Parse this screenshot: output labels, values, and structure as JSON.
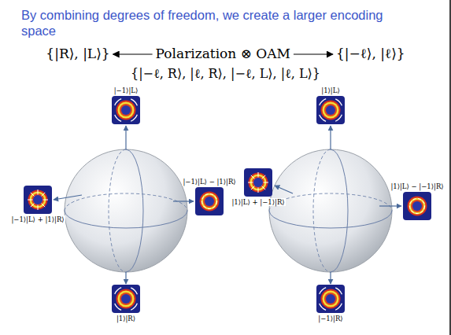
{
  "diagram": {
    "title": "By combining degrees of freedom, we create a larger encoding space",
    "nodes": [
      {
        "text": [
          "|−1⟩|L⟩"
        ]
      },
      {
        "text": [
          "|−1⟩|L⟩ + |1⟩|R⟩"
        ]
      },
      {
        "text": [
          "|−1⟩|L⟩ − |1⟩|R⟩"
        ]
      },
      {
        "text": [
          "|1⟩|R⟩"
        ]
      },
      {
        "text": [
          "|1⟩|L⟩"
        ]
      },
      {
        "text": [
          "|1⟩|L⟩ + |−1⟩|R⟩"
        ]
      },
      {
        "text": [
          "|1⟩|L⟩ − |−1⟩|R⟩"
        ]
      },
      {
        "text": [
          "|−1⟩|R⟩"
        ]
      }
    ],
    "labels": [
      "{|R⟩, |L⟩}",
      "Polarization ⊗ OAM",
      "{|−ℓ⟩, |ℓ⟩}",
      "{|−ℓ, R⟩, |ℓ, R⟩, |−ℓ, L⟩, |ℓ, L⟩}"
    ]
  }
}
